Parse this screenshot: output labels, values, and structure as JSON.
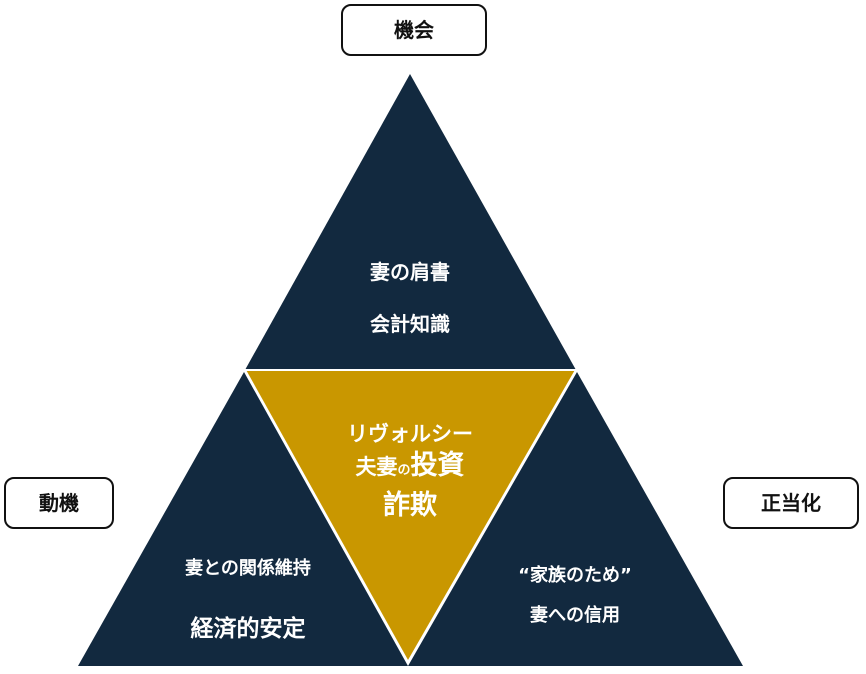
{
  "labels": {
    "opportunity": "機会",
    "motive": "動機",
    "rationalization": "正当化"
  },
  "top_triangle": {
    "line1": "妻の肩書",
    "line2": "会計知識"
  },
  "left_triangle": {
    "line1": "妻との関係維持",
    "line2": "経済的安定"
  },
  "right_triangle": {
    "line1": "“家族のため”",
    "line2": "妻への信用"
  },
  "center_triangle": {
    "line1": "リヴォルシー",
    "line2_small": "夫妻",
    "line2_particle": "の",
    "line2_big": "投資",
    "line3": "詐欺"
  },
  "colors": {
    "navy": "#12293f",
    "gold": "#c99700"
  }
}
